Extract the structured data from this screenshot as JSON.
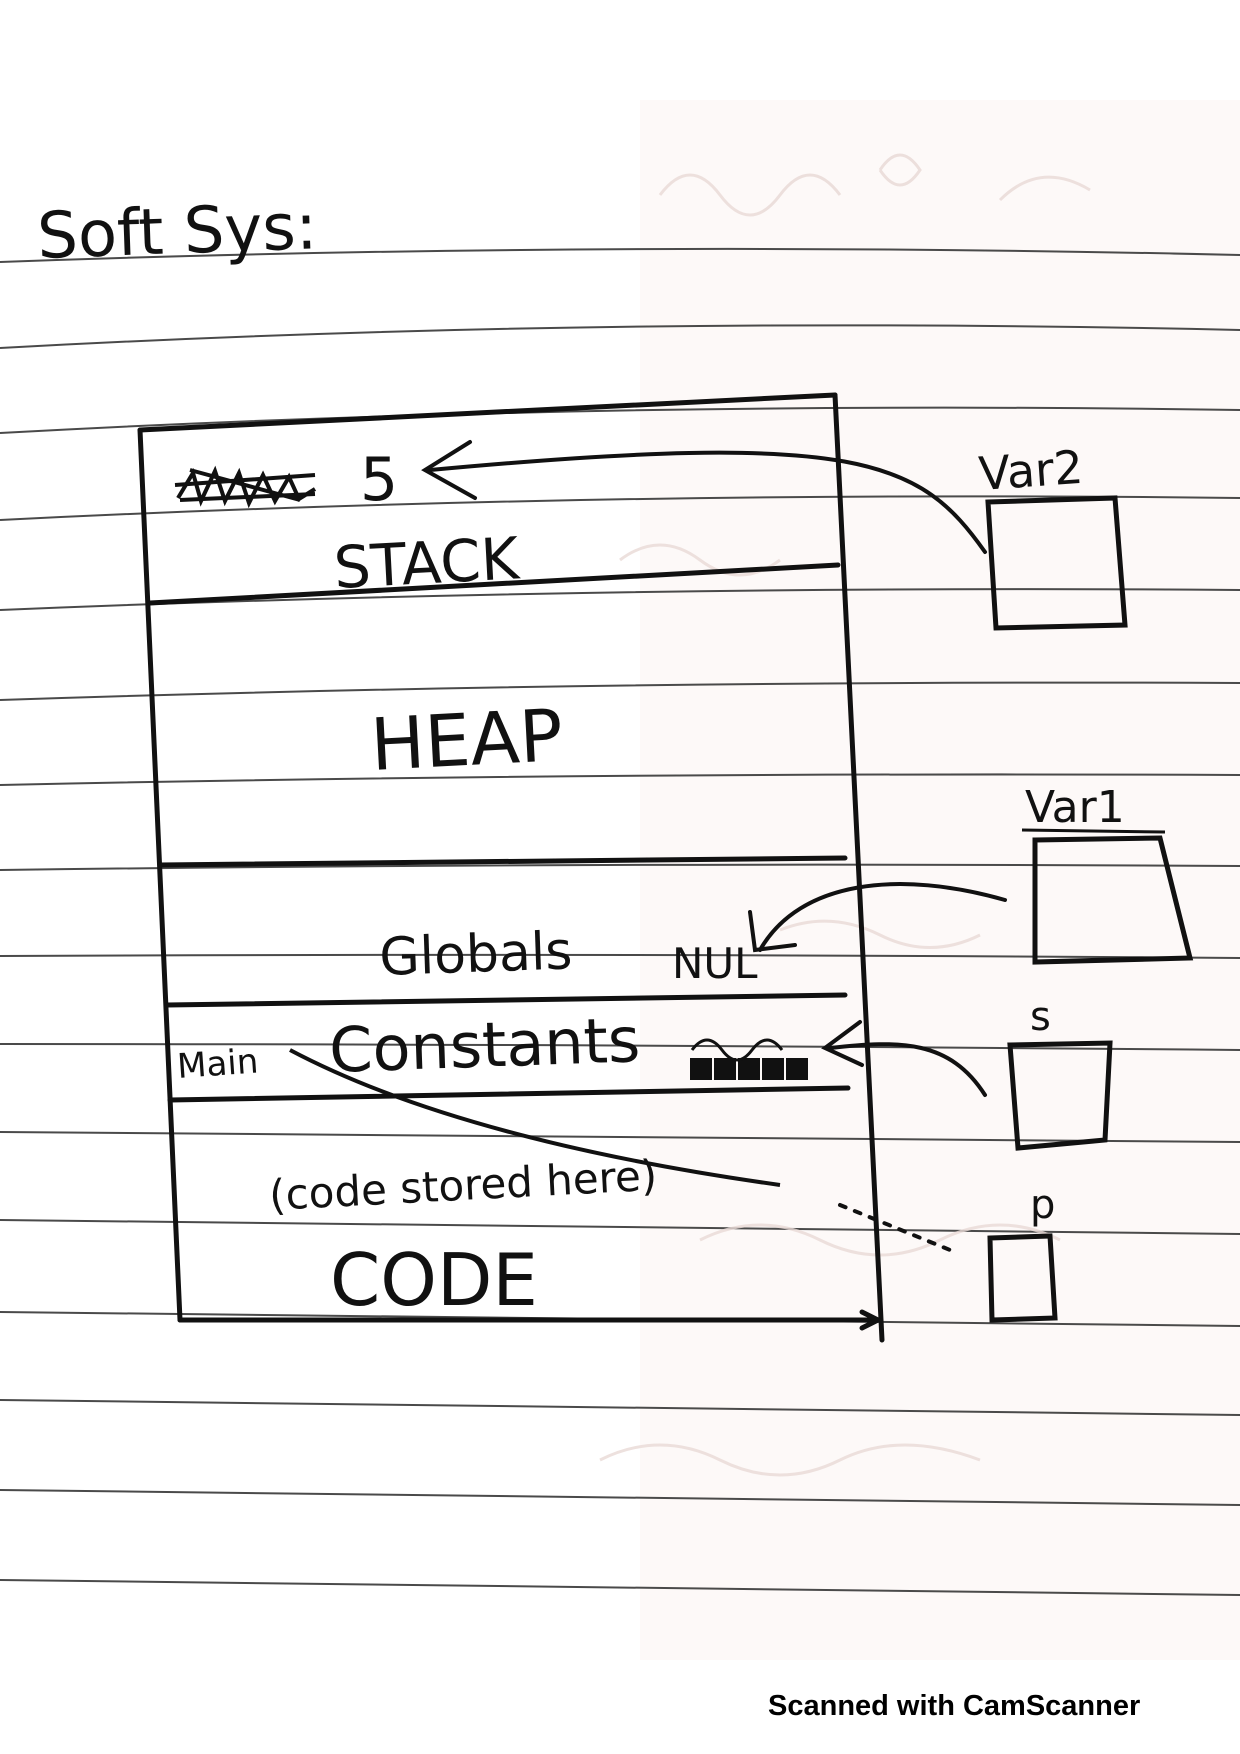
{
  "heading": "Soft Sys:",
  "memory_sections": {
    "stack": "STACK",
    "stack_value": "5",
    "heap": "HEAP",
    "globals": "Globals",
    "globals_value": "NUL",
    "constants": "Constants",
    "constants_main_label": "Main",
    "code_note": "(code stored here)",
    "code": "CODE"
  },
  "variables": {
    "var2": "Var2",
    "var1": "Var1",
    "s": "s",
    "p": "p"
  },
  "footer": "Scanned with CamScanner"
}
